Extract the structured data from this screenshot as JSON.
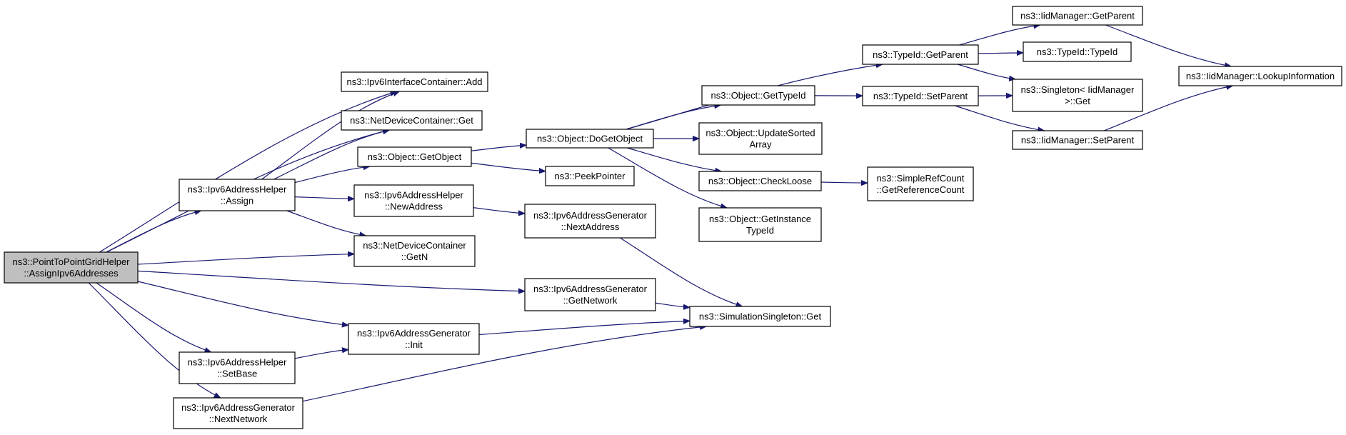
{
  "colors": {
    "edge": "#191970",
    "root_fill": "#bfbfbf",
    "node_fill": "#ffffff",
    "border": "#000000"
  },
  "nodes": [
    {
      "id": "root",
      "lines": [
        "ns3::PointToPointGridHelper",
        "::AssignIpv6Addresses"
      ],
      "highlighted": true
    },
    {
      "id": "ipv6ic_add",
      "lines": [
        "ns3::Ipv6InterfaceContainer::Add"
      ]
    },
    {
      "id": "ndc_get",
      "lines": [
        "ns3::NetDeviceContainer::Get"
      ]
    },
    {
      "id": "ipv6ah_assign",
      "lines": [
        "ns3::Ipv6AddressHelper",
        "::Assign"
      ]
    },
    {
      "id": "obj_getobject",
      "lines": [
        "ns3::Object::GetObject"
      ]
    },
    {
      "id": "ipv6ah_newaddr",
      "lines": [
        "ns3::Ipv6AddressHelper",
        "::NewAddress"
      ]
    },
    {
      "id": "ndc_getn",
      "lines": [
        "ns3::NetDeviceContainer",
        "::GetN"
      ]
    },
    {
      "id": "ipv6ag_init",
      "lines": [
        "ns3::Ipv6AddressGenerator",
        "::Init"
      ]
    },
    {
      "id": "ipv6ah_setbase",
      "lines": [
        "ns3::Ipv6AddressHelper",
        "::SetBase"
      ]
    },
    {
      "id": "ipv6ag_nextnet",
      "lines": [
        "ns3::Ipv6AddressGenerator",
        "::NextNetwork"
      ]
    },
    {
      "id": "obj_dogetobject",
      "lines": [
        "ns3::Object::DoGetObject"
      ]
    },
    {
      "id": "peekpointer",
      "lines": [
        "ns3::PeekPointer"
      ]
    },
    {
      "id": "ipv6ag_nextaddr",
      "lines": [
        "ns3::Ipv6AddressGenerator",
        "::NextAddress"
      ]
    },
    {
      "id": "ipv6ag_getnet",
      "lines": [
        "ns3::Ipv6AddressGenerator",
        "::GetNetwork"
      ]
    },
    {
      "id": "simsingleton_get",
      "lines": [
        "ns3::SimulationSingleton::Get"
      ]
    },
    {
      "id": "obj_gettypeid",
      "lines": [
        "ns3::Object::GetTypeId"
      ]
    },
    {
      "id": "obj_updatesorted",
      "lines": [
        "ns3::Object::UpdateSorted",
        "Array"
      ]
    },
    {
      "id": "obj_checkloose",
      "lines": [
        "ns3::Object::CheckLoose"
      ]
    },
    {
      "id": "obj_getinstance",
      "lines": [
        "ns3::Object::GetInstance",
        "TypeId"
      ]
    },
    {
      "id": "typeid_getparent",
      "lines": [
        "ns3::TypeId::GetParent"
      ]
    },
    {
      "id": "typeid_setparent",
      "lines": [
        "ns3::TypeId::SetParent"
      ]
    },
    {
      "id": "simplerefcount",
      "lines": [
        "ns3::SimpleRefCount",
        "::GetReferenceCount"
      ]
    },
    {
      "id": "iidm_getparent",
      "lines": [
        "ns3::IidManager::GetParent"
      ]
    },
    {
      "id": "typeid_typeid",
      "lines": [
        "ns3::TypeId::TypeId"
      ]
    },
    {
      "id": "singleton_get",
      "lines": [
        "ns3::Singleton< IidManager",
        " >::Get"
      ]
    },
    {
      "id": "iidm_setparent",
      "lines": [
        "ns3::IidManager::SetParent"
      ]
    },
    {
      "id": "iidm_lookup",
      "lines": [
        "ns3::IidManager::LookupInformation"
      ]
    }
  ],
  "edges": [
    [
      "root",
      "ipv6ic_add"
    ],
    [
      "root",
      "ndc_get"
    ],
    [
      "root",
      "ipv6ah_assign"
    ],
    [
      "root",
      "ndc_getn"
    ],
    [
      "root",
      "ipv6ag_getnet"
    ],
    [
      "root",
      "ipv6ag_init"
    ],
    [
      "root",
      "ipv6ah_setbase"
    ],
    [
      "root",
      "ipv6ag_nextnet"
    ],
    [
      "ipv6ah_assign",
      "ipv6ic_add"
    ],
    [
      "ipv6ah_assign",
      "ndc_get"
    ],
    [
      "ipv6ah_assign",
      "obj_getobject"
    ],
    [
      "ipv6ah_assign",
      "ipv6ah_newaddr"
    ],
    [
      "ipv6ah_assign",
      "ndc_getn"
    ],
    [
      "obj_getobject",
      "obj_dogetobject"
    ],
    [
      "obj_getobject",
      "peekpointer"
    ],
    [
      "ipv6ah_newaddr",
      "ipv6ag_nextaddr"
    ],
    [
      "ipv6ah_setbase",
      "ipv6ag_init"
    ],
    [
      "ipv6ag_init",
      "simsingleton_get"
    ],
    [
      "ipv6ag_nextnet",
      "simsingleton_get"
    ],
    [
      "ipv6ag_nextaddr",
      "simsingleton_get"
    ],
    [
      "ipv6ag_getnet",
      "simsingleton_get"
    ],
    [
      "obj_dogetobject",
      "typeid_getparent"
    ],
    [
      "obj_dogetobject",
      "obj_gettypeid"
    ],
    [
      "obj_dogetobject",
      "obj_updatesorted"
    ],
    [
      "obj_dogetobject",
      "obj_checkloose"
    ],
    [
      "obj_dogetobject",
      "obj_getinstance"
    ],
    [
      "obj_gettypeid",
      "typeid_setparent"
    ],
    [
      "obj_checkloose",
      "simplerefcount"
    ],
    [
      "typeid_getparent",
      "iidm_getparent"
    ],
    [
      "typeid_getparent",
      "typeid_typeid"
    ],
    [
      "typeid_getparent",
      "singleton_get"
    ],
    [
      "typeid_setparent",
      "singleton_get"
    ],
    [
      "typeid_setparent",
      "iidm_setparent"
    ],
    [
      "iidm_getparent",
      "iidm_lookup"
    ],
    [
      "iidm_setparent",
      "iidm_lookup"
    ]
  ]
}
